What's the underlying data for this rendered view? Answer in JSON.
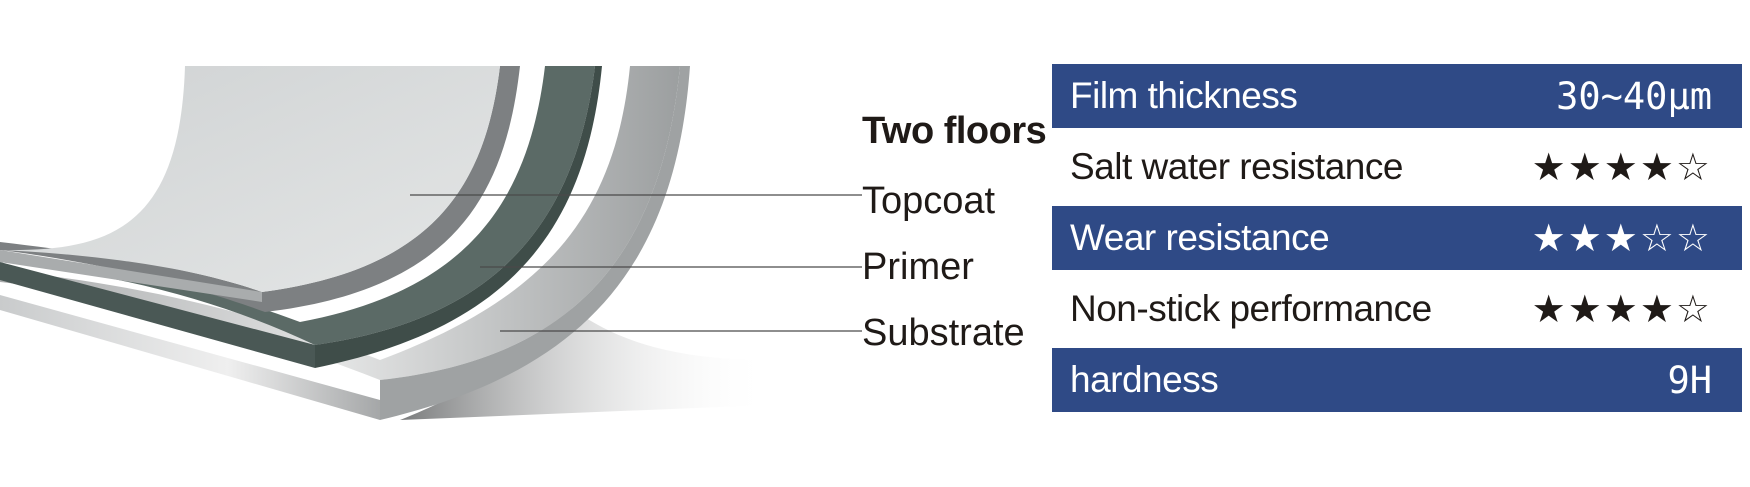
{
  "diagram": {
    "title": "Two floors",
    "layers": [
      {
        "id": "topcoat",
        "label": "Topcoat"
      },
      {
        "id": "primer",
        "label": "Primer"
      },
      {
        "id": "substrate",
        "label": "Substrate"
      }
    ],
    "colors": {
      "topcoat": "#d6d9da",
      "topcoat_edge": "#7d8082",
      "primer": "#5b6a66",
      "primer_dark": "#3f4d49",
      "substrate": "#bfc1c2"
    }
  },
  "specs": {
    "rows": [
      {
        "name": "Film thickness",
        "value": "30~40μm",
        "style": "dark"
      },
      {
        "name": "Salt water resistance",
        "value": "★★★★☆",
        "rating": 4,
        "max": 5,
        "style": "light"
      },
      {
        "name": "Wear resistance",
        "value": "★★★☆☆",
        "rating": 3,
        "max": 5,
        "style": "dark"
      },
      {
        "name": "Non-stick performance",
        "value": "★★★★☆",
        "rating": 4,
        "max": 5,
        "style": "light"
      },
      {
        "name": "hardness",
        "value": "9H",
        "style": "dark"
      }
    ],
    "colors": {
      "dark_row": "#2f4a86",
      "light_row": "#ffffff"
    }
  }
}
